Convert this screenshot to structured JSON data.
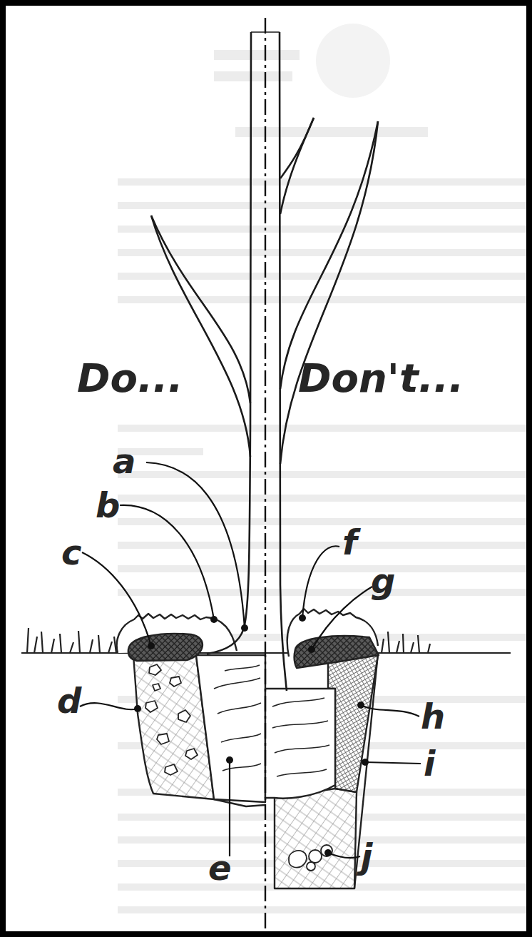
{
  "diagram": {
    "labels": [
      "Do...",
      "Don't...",
      "a",
      "b",
      "c",
      "d",
      "e",
      "f",
      "g",
      "h",
      "i",
      "j"
    ]
  }
}
